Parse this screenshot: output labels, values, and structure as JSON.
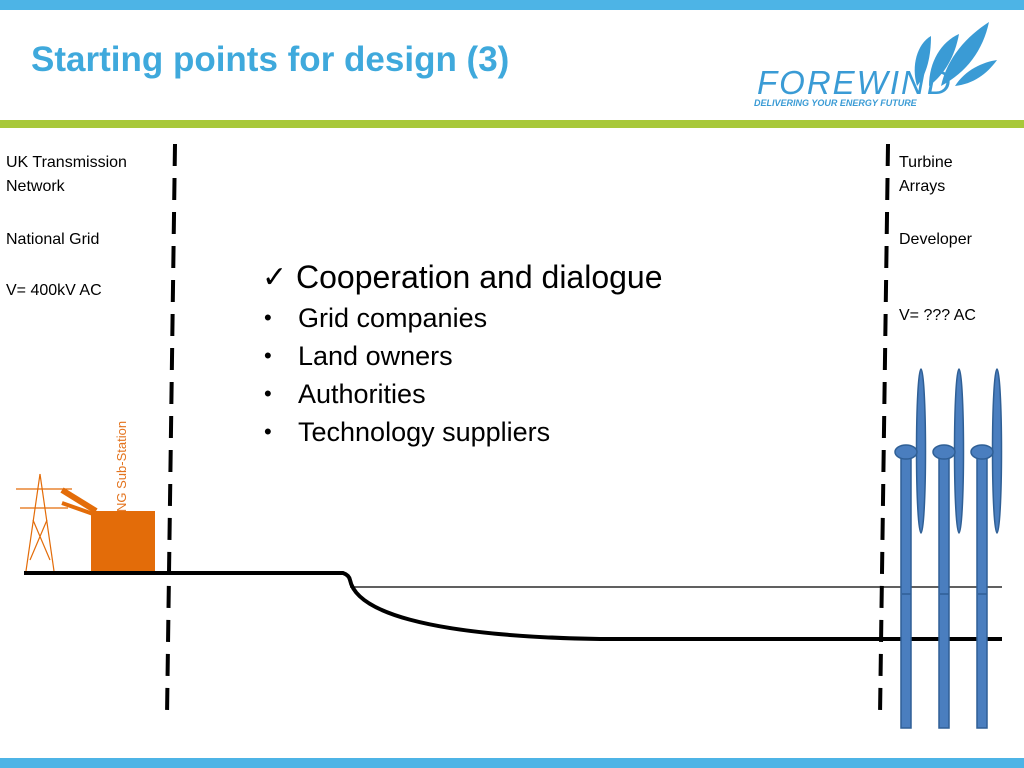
{
  "slide": {
    "title": "Starting points for design (3)"
  },
  "logo": {
    "name": "FOREWIND",
    "tagline": "DELIVERING YOUR ENERGY FUTURE"
  },
  "left_panel": {
    "line1": "UK Transmission",
    "line2": "Network",
    "owner": "National Grid",
    "voltage": "V= 400kV AC"
  },
  "right_panel": {
    "line1": "Turbine",
    "line2": "Arrays",
    "owner": "Developer",
    "voltage": "V= ??? AC"
  },
  "content": {
    "heading": "Cooperation and dialogue",
    "bullets": [
      "Grid companies",
      "Land owners",
      "Authorities",
      "Technology suppliers"
    ]
  },
  "diagram": {
    "substation_label": "NG Sub-Station",
    "colors": {
      "substation": "#e36c09",
      "turbine": "#4a7ebf",
      "turbine_outline": "#2f5f95",
      "logo": "#3a9bd5"
    }
  }
}
